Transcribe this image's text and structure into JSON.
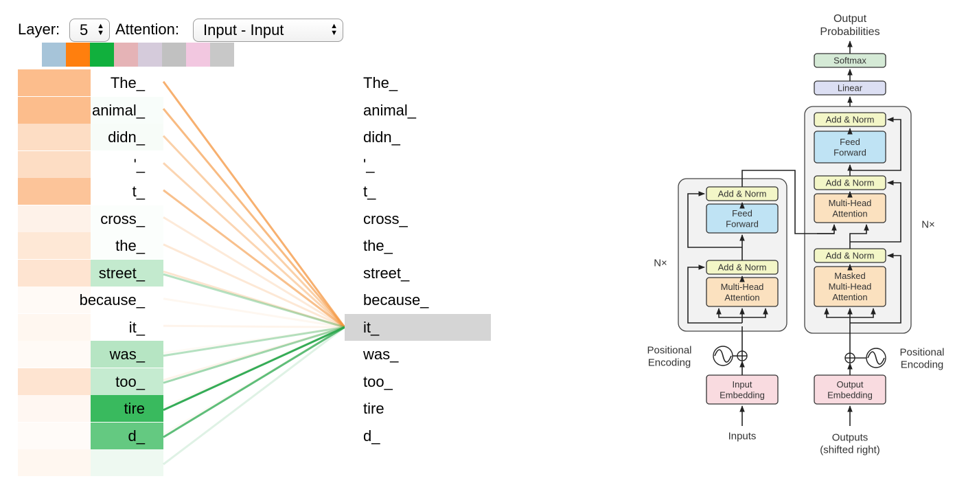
{
  "controls": {
    "layer_label": "Layer:",
    "layer_value": "5",
    "attention_label": "Attention:",
    "attention_value": "Input - Input",
    "head_colors": [
      "#a6c4d9",
      "#ff7f0e",
      "#11b03d",
      "#e5b3b6",
      "#d5cbdb",
      "#c1c1c1",
      "#f2c7e0",
      "#c8c8c8"
    ]
  },
  "tokens": [
    "The_",
    "animal_",
    "didn_",
    "'_",
    "t_",
    "cross_",
    "the_",
    "street_",
    "because_",
    "it_",
    "was_",
    "too_",
    "tire",
    "d_"
  ],
  "selected_token_index": 9,
  "attention": {
    "orange_block": [
      0.62,
      0.62,
      0.32,
      0.32,
      0.55,
      0.12,
      0.22,
      0.25,
      0.05,
      0.08,
      0.05,
      0.25,
      0.07,
      0.04,
      0.08
    ],
    "green_block": [
      0.0,
      0.03,
      0.04,
      0.0,
      0.0,
      0.02,
      0.02,
      0.28,
      0.0,
      0.0,
      0.34,
      0.27,
      0.92,
      0.72,
      0.08
    ],
    "orange_line": [
      0.75,
      0.65,
      0.45,
      0.4,
      0.6,
      0.2,
      0.22,
      0.25,
      0.08,
      0.1,
      0.05,
      0.1,
      0.05,
      0.05,
      0.0
    ],
    "green_line": [
      0.0,
      0.0,
      0.0,
      0.0,
      0.0,
      0.0,
      0.0,
      0.35,
      0.0,
      0.0,
      0.35,
      0.45,
      0.95,
      0.75,
      0.15
    ]
  },
  "diagram": {
    "output_probabilities": "Output\nProbabilities",
    "softmax": "Softmax",
    "linear": "Linear",
    "add_norm": "Add & Norm",
    "feed_forward": "Feed\nForward",
    "multi_head_attention": "Multi-Head\nAttention",
    "masked_multi_head_attention": "Masked\nMulti-Head\nAttention",
    "nx": "N×",
    "positional_encoding": "Positional\nEncoding",
    "input_embedding": "Input\nEmbedding",
    "output_embedding": "Output\nEmbedding",
    "inputs": "Inputs",
    "outputs": "Outputs\n(shifted right)",
    "colors": {
      "softmax": "#d5ead6",
      "linear": "#dcdff3",
      "add_norm": "#f3f6c7",
      "feed_forward": "#bfe3f4",
      "attention": "#fbe1bf",
      "embedding": "#f9dbe0",
      "stack_bg": "#f2f2f2",
      "stroke": "#333333"
    }
  }
}
